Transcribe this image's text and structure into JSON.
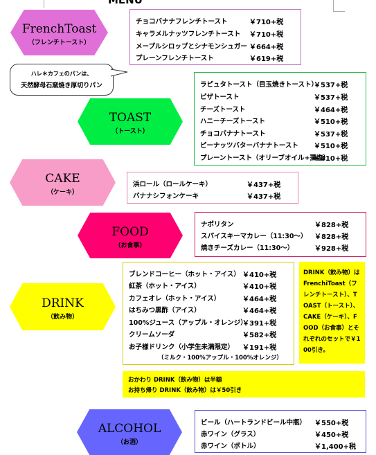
{
  "header": {
    "title": "MENU"
  },
  "bubble": {
    "line1": "ハレ＊カフェのパンは、",
    "line2": "天然酵母石窯焼き厚切りパン"
  },
  "sections": {
    "frenchtoast": {
      "title": "FrenchToast",
      "subtitle": "（フレンチトースト）",
      "items": [
        {
          "name": "チョコバナナフレンチトースト",
          "price": "￥710+税"
        },
        {
          "name": "キャラメルナッツフレンチトースト",
          "price": "￥710+税"
        },
        {
          "name": "メープルシロップとシナモンシュガー",
          "price": "￥664+税"
        },
        {
          "name": "プレーンフレンチトースト",
          "price": "￥619+税"
        }
      ]
    },
    "toast": {
      "title": "TOAST",
      "subtitle": "（トースト）",
      "items": [
        {
          "name": "ラピュタトースト（目玉焼きトースト）",
          "price": "￥537+税"
        },
        {
          "name": "ピザトースト",
          "price": "￥537+税"
        },
        {
          "name": "チーズトースト",
          "price": "￥464+税"
        },
        {
          "name": "ハニーチーズトースト",
          "price": "￥510+税"
        },
        {
          "name": "チョコバナナトースト",
          "price": "￥537+税"
        },
        {
          "name": "ピーナッツバターバナナトースト",
          "price": "￥510+税"
        },
        {
          "name": "プレーントースト（オリーブオイル+藻塩）",
          "price": "￥410+税"
        }
      ]
    },
    "cake": {
      "title": "CAKE",
      "subtitle": "（ケーキ）",
      "items": [
        {
          "name": "浜ロール（ロールケーキ）",
          "price": "￥437+税"
        },
        {
          "name": "バナナシフォンケーキ",
          "price": "￥437+税"
        }
      ]
    },
    "food": {
      "title": "FOOD",
      "subtitle": "（お食事）",
      "items": [
        {
          "name": "ナポリタン",
          "price": "￥828+税"
        },
        {
          "name": "スパイスキーマカレー（11:30～）",
          "price": "￥828+税"
        },
        {
          "name": "焼きチーズカレー（11:30～）",
          "price": "￥928+税"
        }
      ]
    },
    "drink": {
      "title": "DRINK",
      "subtitle": "（飲み物）",
      "items": [
        {
          "name": "ブレンドコーヒー（ホット・アイス）",
          "price": "￥410+税"
        },
        {
          "name": "紅茶（ホット・アイス）",
          "price": "￥410+税"
        },
        {
          "name": "カフェオレ（ホット・アイス）",
          "price": "￥464+税"
        },
        {
          "name": "はちみつ黒酢（アイス）",
          "price": "￥464+税"
        },
        {
          "name": "100%ジュース（アップル・オレンジ）",
          "price": "￥391+税"
        },
        {
          "name": "クリームソーダ",
          "price": "￥582+税"
        },
        {
          "name": "お子様ドリンク（小学生未満限定）",
          "price": "￥191+税"
        }
      ],
      "note": "（ミルク・100%アップル・100%オレンジ）",
      "set_note": "DRINK（飲み物）は FrenchiToast（フレンチトースト）、TOAST（トースト）、CAKE（ケーキ）、FOOD（お食事）とそれぞれのセットで￥100引き。",
      "refill_line1": "おかわり DRINK（飲み物）は半額",
      "refill_line2": "お持ち帰り DRINK（飲み物）は￥50引き"
    },
    "alcohol": {
      "title": "ALCOHOL",
      "subtitle": "（お酒）",
      "items": [
        {
          "name": "ビール（ハートランドビール中瓶）",
          "price": "￥550+税"
        },
        {
          "name": "赤ワイン（グラス）",
          "price": "￥450+税"
        },
        {
          "name": "赤ワイン（ボトル）",
          "price": "￥1,400+税"
        }
      ]
    }
  },
  "colors": {
    "frenchtoast": "#E070D8",
    "toast": "#00EE44",
    "cake": "#F89CC8",
    "food": "#FF0070",
    "drink": "#FFFF00",
    "alcohol": "#6666FF"
  }
}
